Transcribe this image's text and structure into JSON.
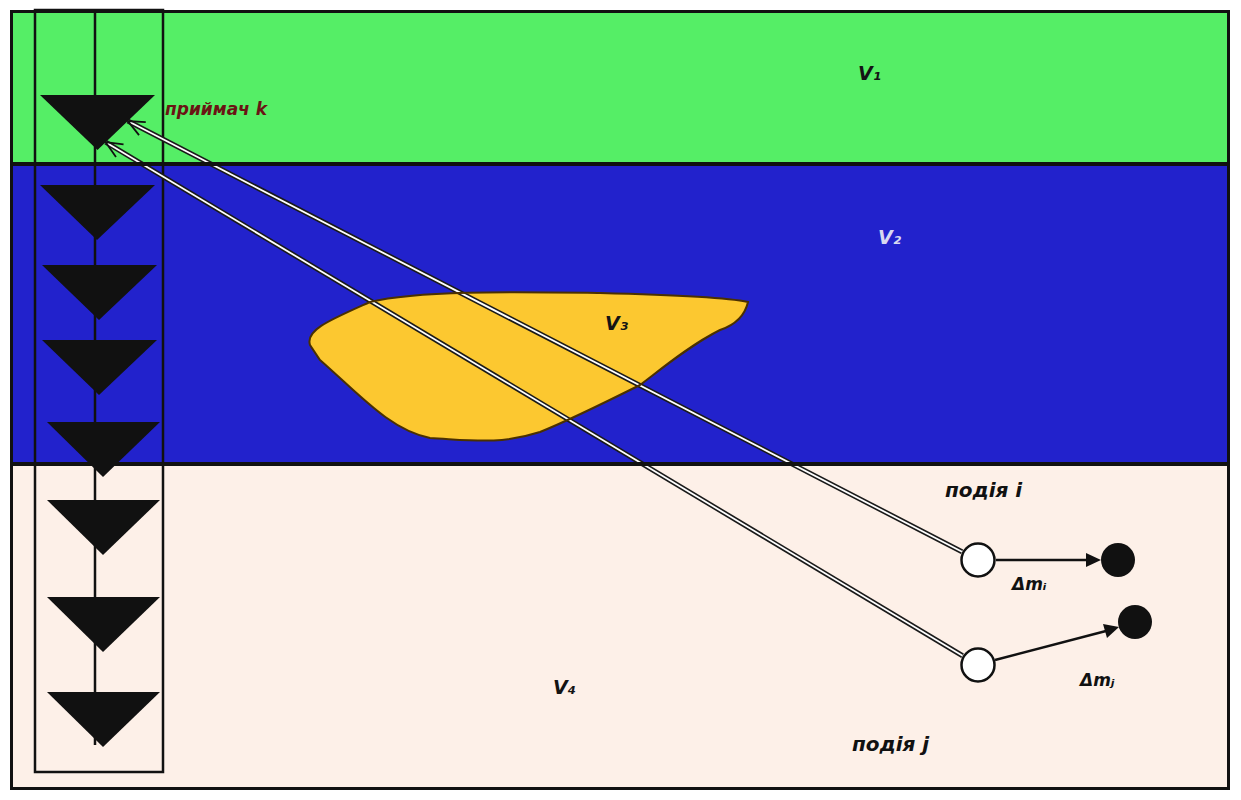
{
  "diagram": {
    "nodes": [
      {
        "text": [
          "V₁"
        ]
      },
      {
        "text": [
          "приймач k"
        ],
        "in": 0
      },
      {
        "text": [
          "V₂"
        ]
      },
      {
        "text": [
          "V₃"
        ],
        "in": 2
      },
      {
        "text": [
          "V₄"
        ]
      },
      {
        "text": [
          "подія i"
        ],
        "in": 4
      },
      {
        "text": [
          "подія j"
        ],
        "in": 4
      }
    ],
    "edges": [
      {
        "from": 5,
        "to": 1,
        "arrow": "to"
      },
      {
        "from": 6,
        "to": 1,
        "arrow": "to"
      }
    ],
    "labels": [
      "Δmᵢ",
      "Δmⱼ"
    ]
  }
}
